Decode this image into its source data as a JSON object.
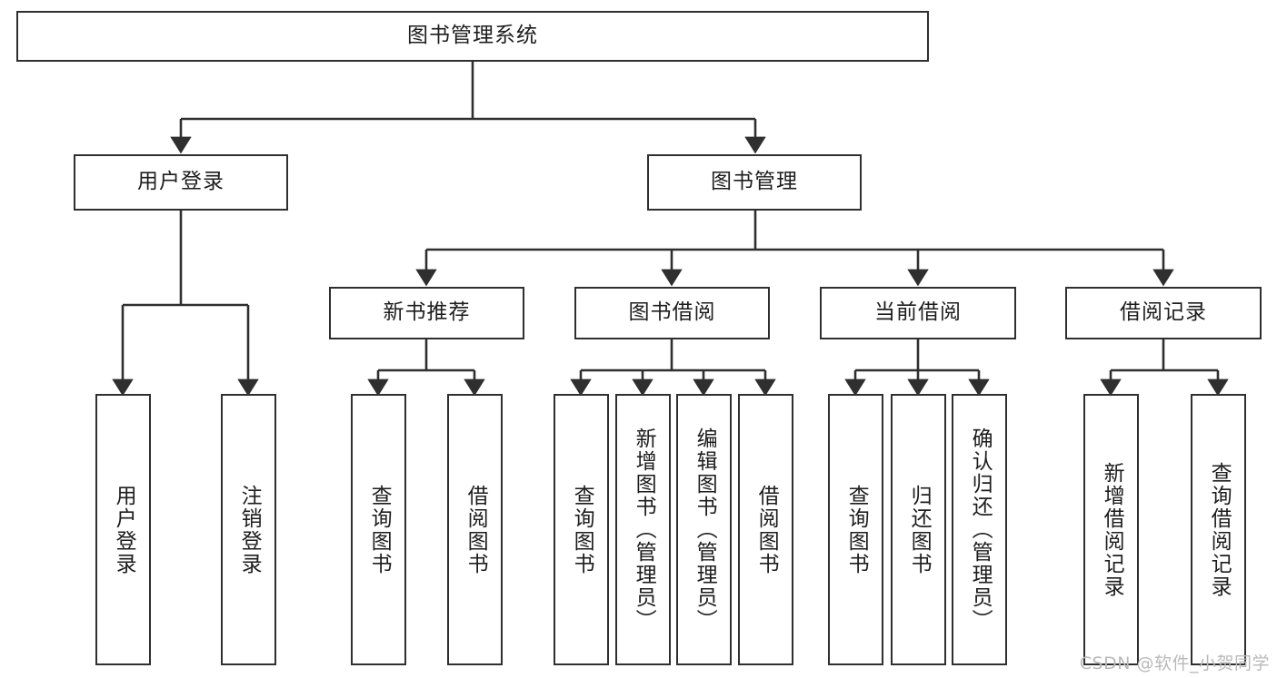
{
  "diagram": {
    "title": "图书管理系统",
    "type": "tree",
    "watermark": "CSDN @软件_小贺同学",
    "style": {
      "border_color": "#2f2f2f",
      "fill_color": "#ffffff",
      "text_color": "#1d1d1d",
      "line_color": "#2f2f2f",
      "watermark_color": "#b9b9b9"
    },
    "nodes": {
      "root": {
        "label": "图书管理系统"
      },
      "level2": [
        {
          "id": "user-login",
          "label": "用户登录"
        },
        {
          "id": "book-manage",
          "label": "图书管理"
        }
      ],
      "level3": [
        {
          "id": "new-book-recommend",
          "label": "新书推荐"
        },
        {
          "id": "book-borrow",
          "label": "图书借阅"
        },
        {
          "id": "current-borrow",
          "label": "当前借阅"
        },
        {
          "id": "borrow-record",
          "label": "借阅记录"
        }
      ],
      "leaves": {
        "user_login": [
          {
            "id": "leaf-user-login",
            "label": "用户登录"
          },
          {
            "id": "leaf-user-logout",
            "label": "注销登录"
          }
        ],
        "new_book_recommend": [
          {
            "id": "leaf-query-book-1",
            "label": "查询图书"
          },
          {
            "id": "leaf-borrow-book-1",
            "label": "借阅图书"
          }
        ],
        "book_borrow": [
          {
            "id": "leaf-query-book-2",
            "label": "查询图书"
          },
          {
            "id": "leaf-add-book",
            "label": "新增图书（管理员）"
          },
          {
            "id": "leaf-edit-book",
            "label": "编辑图书（管理员）"
          },
          {
            "id": "leaf-borrow-book-2",
            "label": "借阅图书"
          }
        ],
        "current_borrow": [
          {
            "id": "leaf-query-book-3",
            "label": "查询图书"
          },
          {
            "id": "leaf-return-book",
            "label": "归还图书"
          },
          {
            "id": "leaf-confirm-return",
            "label": "确认归还（管理员）"
          }
        ],
        "borrow_record": [
          {
            "id": "leaf-add-record",
            "label": "新增借阅记录"
          },
          {
            "id": "leaf-query-record",
            "label": "查询借阅记录"
          }
        ]
      }
    }
  }
}
